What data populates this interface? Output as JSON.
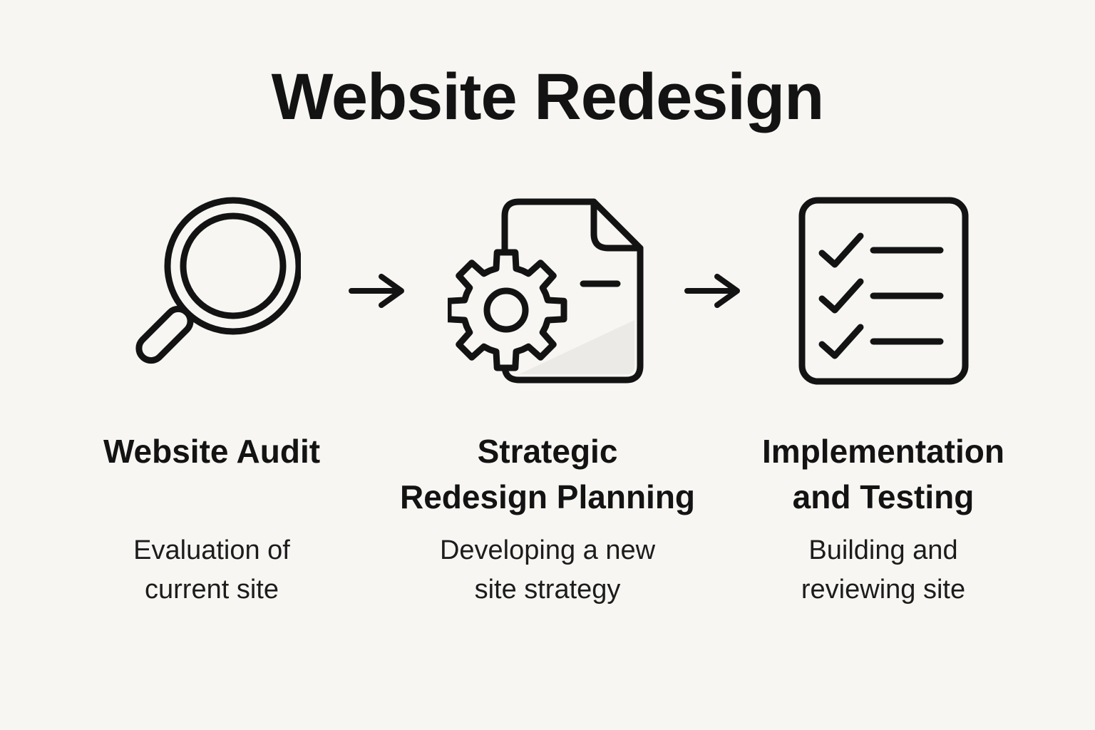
{
  "title": "Website Redesign",
  "steps": [
    {
      "icon": "magnifier-icon",
      "title": "Website Audit",
      "description": "Evaluation of\ncurrent site"
    },
    {
      "icon": "gear-document-icon",
      "title": "Strategic\nRedesign Planning",
      "description": "Developing a new\nsite strategy"
    },
    {
      "icon": "checklist-icon",
      "title": "Implementation\nand Testing",
      "description": "Building and\nreviewing site"
    }
  ],
  "colors": {
    "background": "#f7f6f3",
    "ink": "#131313",
    "shade": "#eceae7"
  }
}
